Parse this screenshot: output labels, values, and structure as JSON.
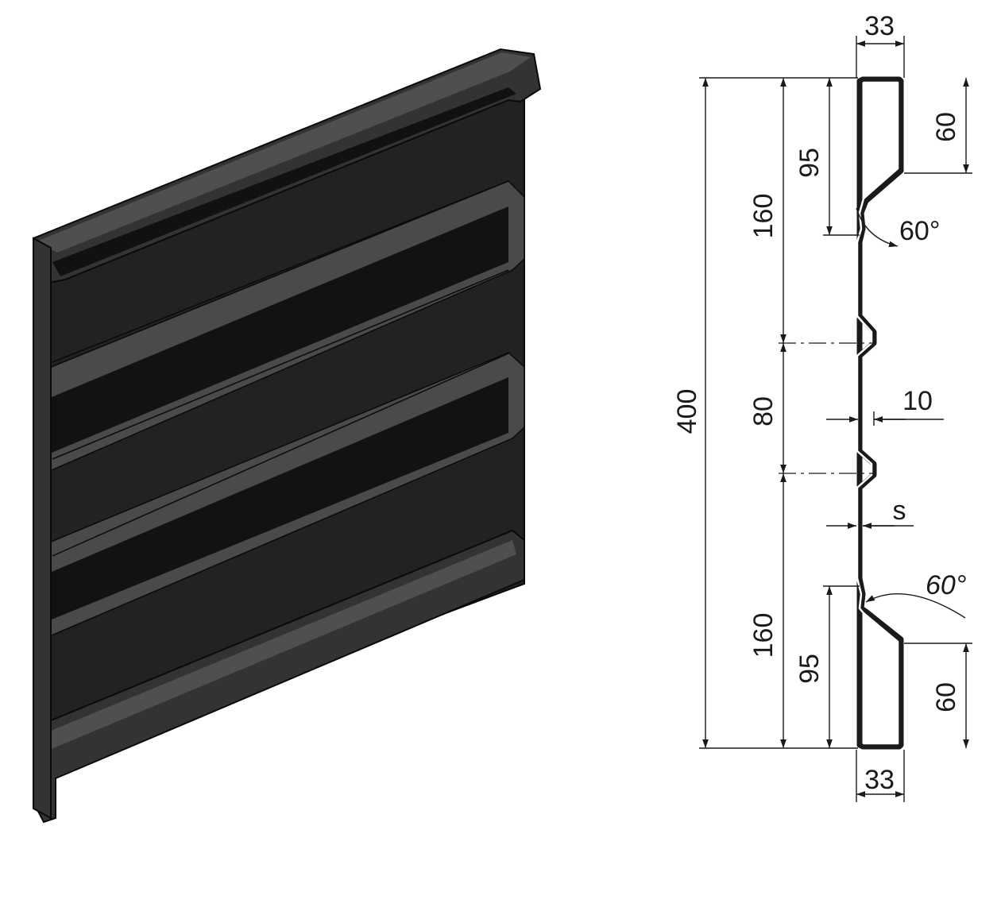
{
  "panel_render": {
    "icon": "corrugated-steel-panel-3d",
    "colors": {
      "face": "#222222",
      "rib": "#4a4a4a",
      "edge": "#333333",
      "highlight": "#666666"
    }
  },
  "profile": {
    "icon": "panel-cross-section-profile",
    "dimensions": {
      "top_width": "33",
      "bottom_width": "33",
      "total_height": "400",
      "upper_span": "160",
      "middle_span": "80",
      "lower_span": "160",
      "upper_hook_depth": "95",
      "lower_hook_depth": "95",
      "upper_flange": "60",
      "lower_flange": "60",
      "rib_depth": "10",
      "thickness": "s",
      "upper_angle": "60°",
      "lower_angle": "60°"
    },
    "colors": {
      "line": "#1a1a1a"
    }
  }
}
